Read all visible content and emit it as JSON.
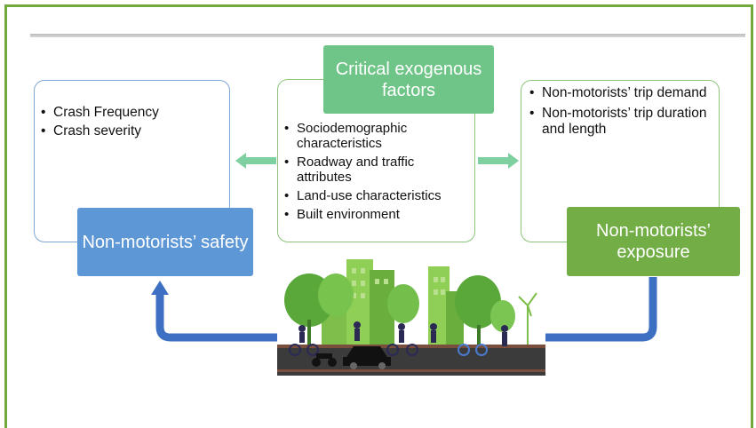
{
  "colors": {
    "frame": "#72a83c",
    "safety": "#5e97d5",
    "critical": "#6fc588",
    "exposure": "#72ad45",
    "flow_arrow": "#3d6fc2"
  },
  "critical_factors": {
    "title": "Critical exogenous factors",
    "items": [
      "Sociodemographic characteristics",
      "Roadway and traffic attributes",
      "Land-use characteristics",
      "Built environment"
    ]
  },
  "safety": {
    "title": "Non-motorists’ safety",
    "items": [
      "Crash Frequency",
      "Crash severity"
    ]
  },
  "exposure": {
    "title": "Non-motorists’ exposure",
    "items": [
      "Non-motorists’ trip demand",
      "Non-motorists’ trip duration and length"
    ]
  },
  "illustration": {
    "icon": "city-traffic-illustration"
  }
}
